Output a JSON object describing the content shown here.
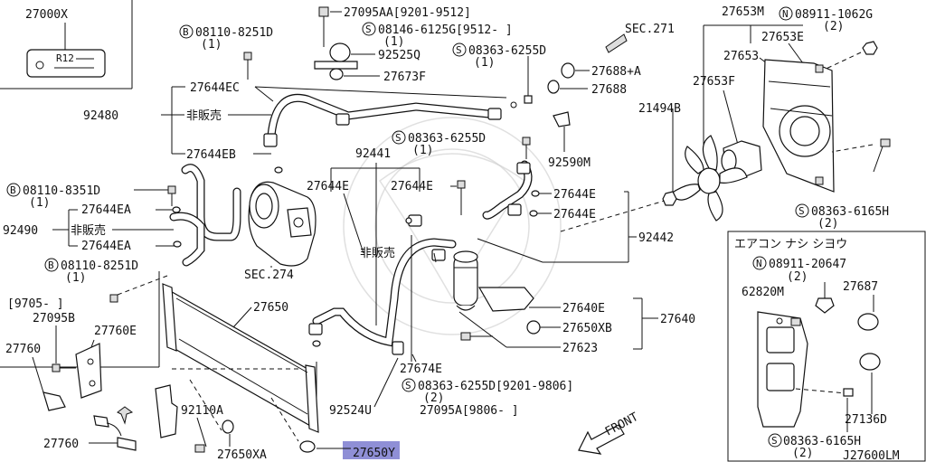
{
  "labels": {
    "l27000X": "27000X",
    "l27095AA": "27095AA[9201-9512]",
    "lB08110_8251D_top": "08110-8251D",
    "lB08110_8251D_top_q": "(1)",
    "lS08146": "08146-6125G[9512-  ]",
    "lS08146_q": "(1)",
    "lSEC271": "SEC.271",
    "l27653M": "27653M",
    "lN08911_1062G": "08911-1062G",
    "lN08911_1062G_q": "(2)",
    "l92525Q": "92525Q",
    "lS08363_6255D_a": "08363-6255D",
    "lS08363_6255D_a_q": "(1)",
    "l27653E": "27653E",
    "l27653": "27653",
    "l27688A": "27688+A",
    "l27673F": "27673F",
    "l27688": "27688",
    "l27653F": "27653F",
    "l27644EC": "27644EC",
    "l21494B": "21494B",
    "l92480": "92480",
    "lHiHanbai1": "非販売",
    "lS08363_6255D_b": "08363-6255D",
    "lS08363_6255D_b_q": "(1)",
    "l27644EB": "27644EB",
    "l92441": "92441",
    "l92590M": "92590M",
    "lB08110_8351D": "08110-8351D",
    "lB08110_8351D_q": "(1)",
    "l27644E_a": "27644E",
    "l27644E_b": "27644E",
    "l27644E_c": "27644E",
    "l27644E_d": "27644E",
    "l27644EA_a": "27644EA",
    "l92490": "92490",
    "lHiHanbai2": "非販売",
    "l27644EA_b": "27644EA",
    "l92442": "92442",
    "lS08363_6165H_a": "08363-6165H",
    "lS08363_6165H_a_q": "(2)",
    "lHiHanbai3": "非販売",
    "lB08110_8251D_mid": "08110-8251D",
    "lB08110_8251D_mid_q": "(1)",
    "lSEC274": "SEC.274",
    "l9705": "[9705-  ]",
    "l27650": "27650",
    "l27095B": "27095B",
    "l27760E": "27760E",
    "l27640E": "27640E",
    "l27650XB": "27650XB",
    "l27640": "27640",
    "l27760_a": "27760",
    "l27623": "27623",
    "l27674E": "27674E",
    "lS08363_6255D_c": "08363-6255D[9201-9806]",
    "lS08363_6255D_c_q": "(2)",
    "l92110A": "92110A",
    "l92524U": "92524U",
    "l27095A": "27095A[9806-  ]",
    "lFRONT": "FRONT",
    "l27760_b": "27760",
    "l27650XA": "27650XA",
    "l27650Y": "27650Y",
    "lR12": "R12",
    "inset_title": "エアコン ナシ シヨウ",
    "lN08911_20647": "08911-20647",
    "lN08911_20647_q": "(2)",
    "l62820M": "62820M",
    "l27687": "27687",
    "l27136D": "27136D",
    "lS08363_6165H_b": "08363-6165H",
    "lS08363_6165H_b_q": "(2)",
    "lJ27600LM": "J27600LM"
  },
  "symbols": {
    "B": "B",
    "S": "S",
    "N": "N"
  },
  "highlight_color": "#8f8fd6"
}
